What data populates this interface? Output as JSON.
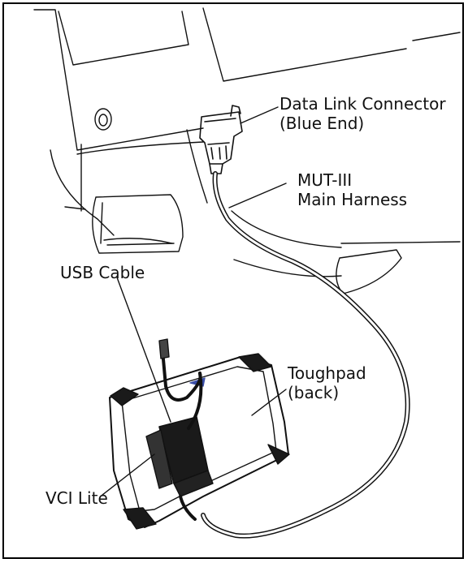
{
  "labels": {
    "dlc": {
      "line1": "Data Link Connector",
      "line2": "(Blue End)"
    },
    "harness": {
      "line1": "MUT-III",
      "line2": "Main Harness"
    },
    "usb": {
      "line1": "USB Cable"
    },
    "toughpad": {
      "line1": "Toughpad",
      "line2": "(back)"
    },
    "vci": {
      "line1": "VCI Lite"
    }
  },
  "colors": {
    "ink": "#111111",
    "cable_core": "#ffffff",
    "device_dark": "#1a1a1a"
  }
}
